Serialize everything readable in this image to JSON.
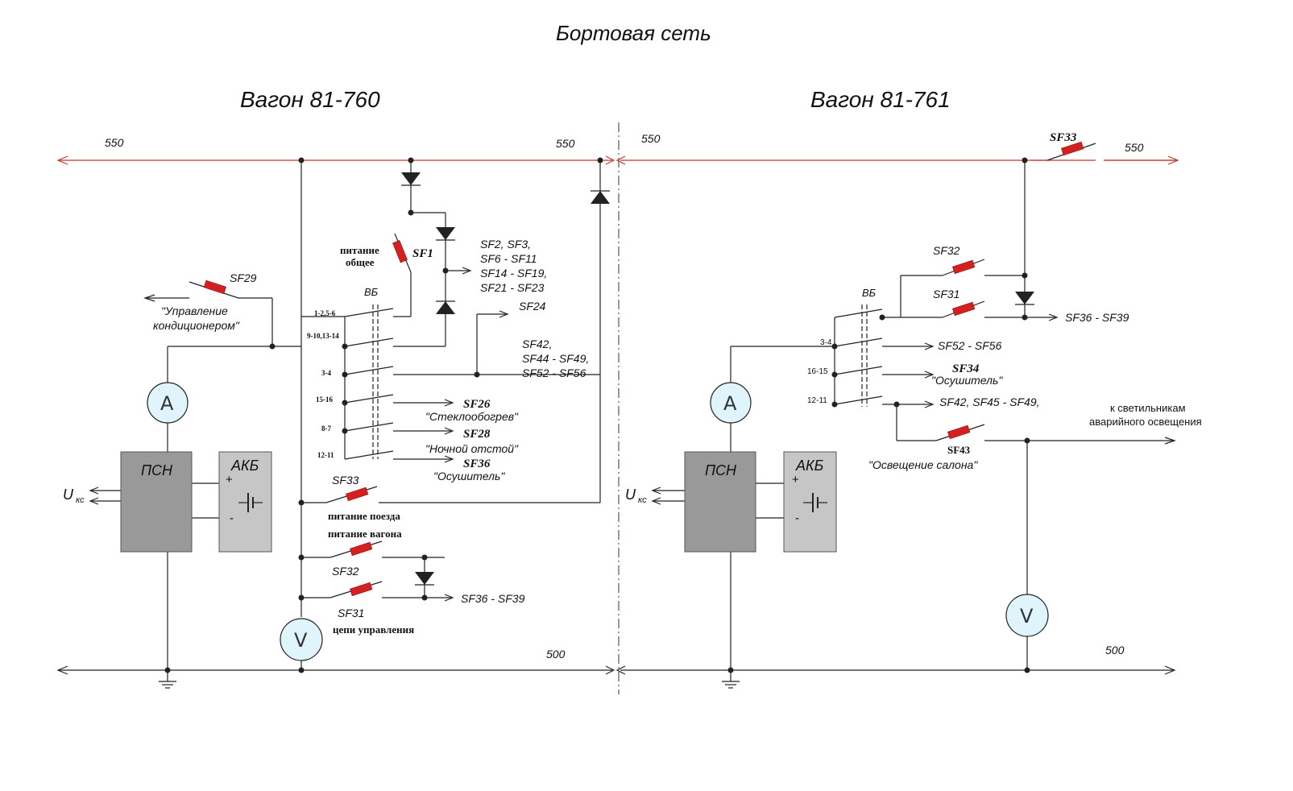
{
  "title": "Бортовая сеть",
  "cars": {
    "left": "Вагон 81-760",
    "right": "Вагон 81-761"
  },
  "bus_labels": {
    "top_left_a": "550",
    "top_left_b": "550",
    "top_right_a": "550",
    "top_right_b": "550",
    "bottom_left": "500",
    "bottom_right": "500"
  },
  "left": {
    "sf29": "SF29",
    "ac_control_1": "\"Управление",
    "ac_control_2": "кондиционером\"",
    "meter_a": "A",
    "meter_v": "V",
    "psn": "ПСН",
    "akb": "АКБ",
    "plus": "+",
    "minus": "-",
    "u": "U",
    "u_sub": "кс",
    "vb": "ВБ",
    "sf1": "SF1",
    "power_general_1": "питание",
    "power_general_2": "общее",
    "sf_group_1": "SF2, SF3,",
    "sf_group_2": "SF6  -  SF11",
    "sf_group_3": "SF14  -  SF19,",
    "sf_group_4": "SF21  -  SF23",
    "sf24": "SF24",
    "sf42_1": "SF42,",
    "sf42_2": "SF44  -  SF49,",
    "sf42_3": "SF52  -  SF56",
    "sf26": "SF26",
    "sf26_desc": "\"Стеклообогрев\"",
    "sf28": "SF28",
    "sf28_desc": "\"Ночной отстой\"",
    "sf36": "SF36",
    "sf36_desc": "\"Осушитель\"",
    "vb_1": "1-2,5-6",
    "vb_2": "9-10,13-14",
    "vb_3": "3-4",
    "vb_4": "15-16",
    "vb_5": "8-7",
    "vb_6": "12-11",
    "sf33": "SF33",
    "train_power": "питание поезда",
    "car_power": "питание вагона",
    "sf32": "SF32",
    "sf31": "SF31",
    "control_circuits": "цепи управления",
    "sf36_39": "SF36  -  SF39"
  },
  "right": {
    "sf33": "SF33",
    "sf32": "SF32",
    "sf31": "SF31",
    "vb": "ВБ",
    "sf36_39": "SF36  -  SF39",
    "sf52_56": "SF52  -  SF56",
    "sf34": "SF34",
    "sf34_desc": "\"Осушитель\"",
    "sf42_49": "SF42, SF45  -  SF49,",
    "sf43": "SF43",
    "salon_light": "\"Освещение салона\"",
    "emergency_1": "к светильникам",
    "emergency_2": "аварийного освещения",
    "vb_1": "3-4",
    "vb_2": "16-15",
    "vb_3": "12-11",
    "meter_a": "A",
    "meter_v": "V",
    "psn": "ПСН",
    "akb": "АКБ",
    "plus": "+",
    "minus": "-",
    "u": "U",
    "u_sub": "кс"
  }
}
